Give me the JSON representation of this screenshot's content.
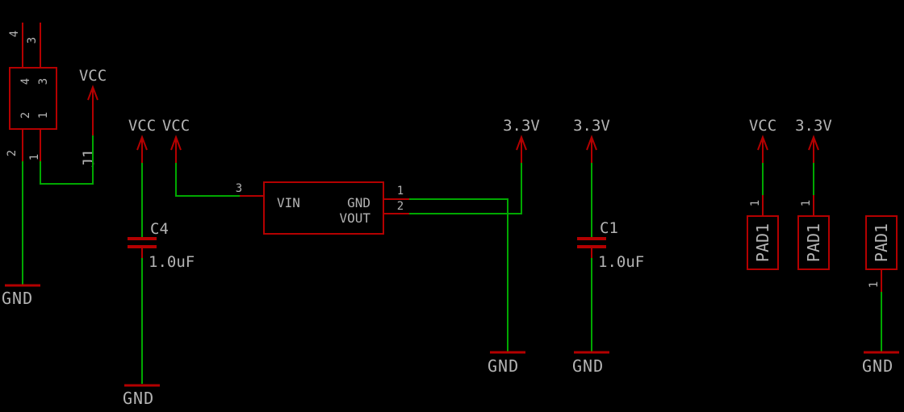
{
  "colors": {
    "bg": "#000000",
    "wire": "#00a800",
    "part": "#b40000",
    "text": "#b3b3b3"
  },
  "j1": {
    "ref": "J1",
    "top_pin_4": "4",
    "top_pin_3": "3",
    "bottom_pin_2": "2",
    "bottom_pin_1": "1",
    "inner_pin_4": "4",
    "inner_pin_3": "3",
    "inner_pin_2": "2",
    "inner_pin_1": "1",
    "vcc_label": "VCC",
    "gnd_label": "GND"
  },
  "c4": {
    "vcc_label_left": "VCC",
    "vcc_label_right": "VCC",
    "ref": "C4",
    "value": "1.0uF",
    "gnd_label": "GND"
  },
  "regulator": {
    "pin3_number": "3",
    "vin_label": "VIN",
    "gnd_pin_label": "GND",
    "vout_label": "VOUT",
    "pin1_number": "1",
    "pin2_number": "2",
    "rail_33v_label": "3.3V",
    "gnd_label": "GND"
  },
  "c1": {
    "rail_33v_label": "3.3V",
    "ref": "C1",
    "value": "1.0uF",
    "gnd_label": "GND"
  },
  "pad_vcc": {
    "rail_label": "VCC",
    "pin_number": "1",
    "name": "PAD1"
  },
  "pad_33v": {
    "rail_label": "3.3V",
    "pin_number": "1",
    "name": "PAD1"
  },
  "pad_gnd": {
    "name": "PAD1",
    "pin_number": "1",
    "gnd_label": "GND"
  }
}
